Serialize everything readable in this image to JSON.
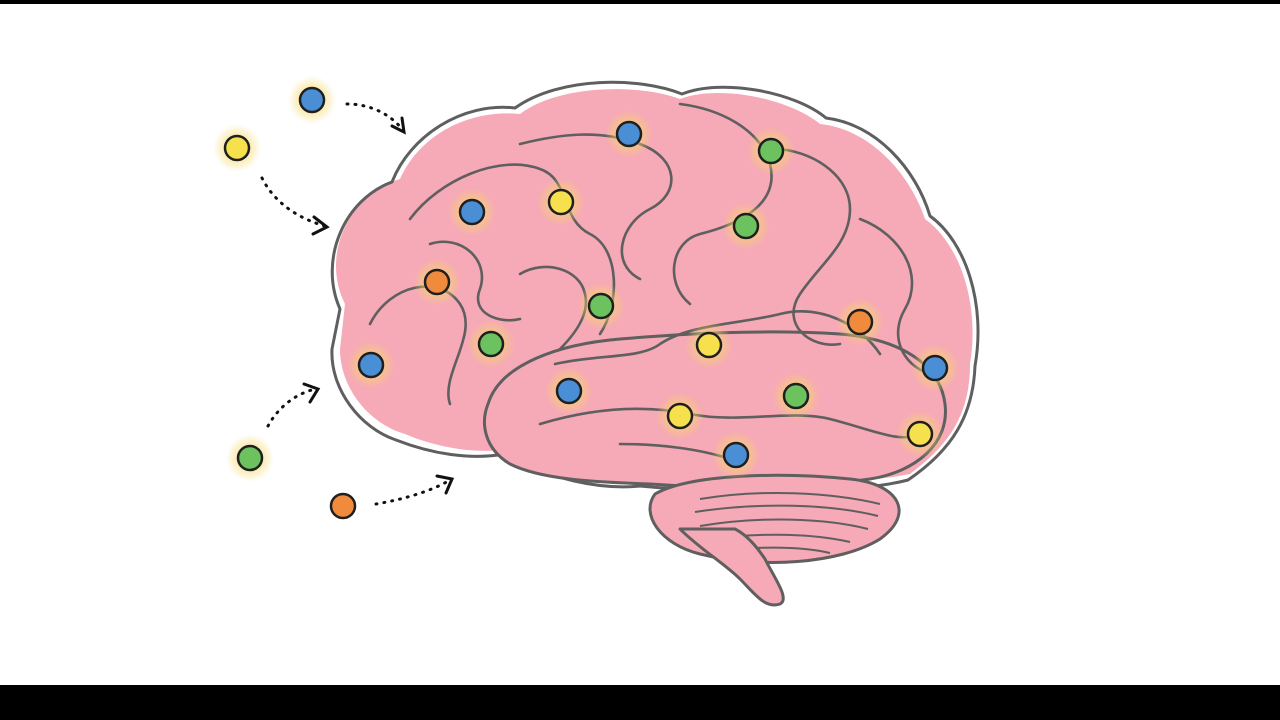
{
  "illustration": {
    "subject": "brain-icon",
    "colors": {
      "brain_fill": "#f6a9b6",
      "outline": "#5f5f5f",
      "dot_outline": "#1f1f1f",
      "glow": "#f7d86a",
      "arrow": "#111111",
      "blue": "#4a8fd6",
      "yellow": "#f7e04d",
      "green": "#6cc25e",
      "orange": "#f08a3c"
    },
    "incoming_dot_colors": [
      "blue",
      "yellow",
      "green",
      "orange"
    ],
    "brain_dot_colors": [
      "blue",
      "green",
      "blue",
      "yellow",
      "green",
      "orange",
      "green",
      "green",
      "blue",
      "orange",
      "yellow",
      "blue",
      "blue",
      "green",
      "yellow",
      "yellow",
      "blue"
    ],
    "letterbox": true
  }
}
